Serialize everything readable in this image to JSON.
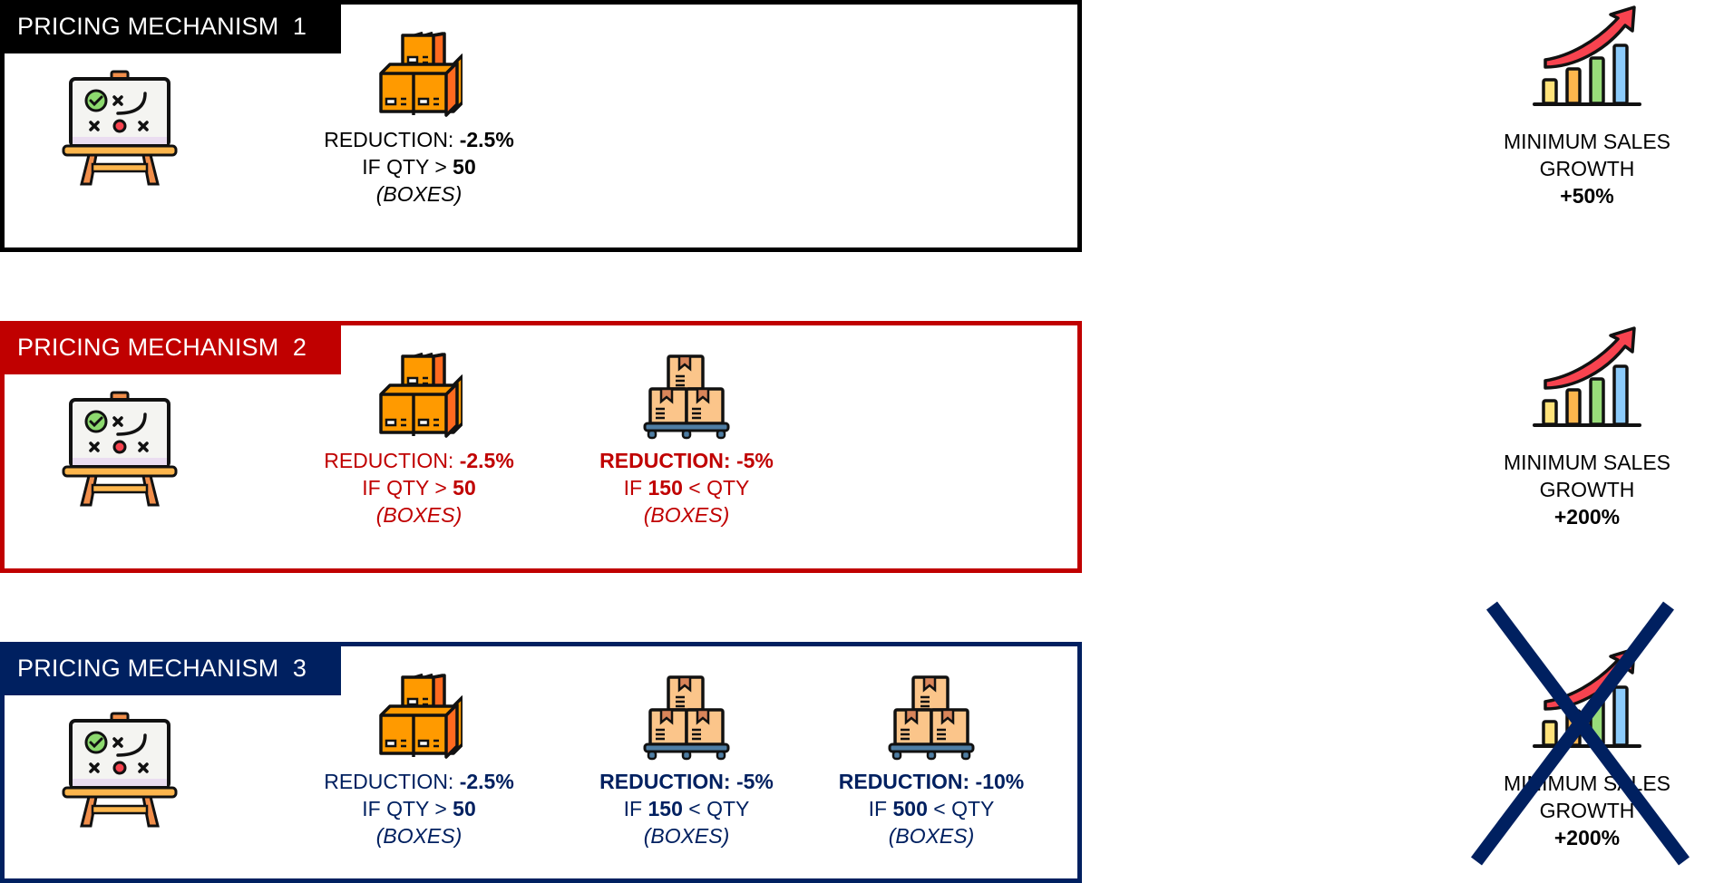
{
  "mechanisms": [
    {
      "title": "PRICING MECHANISM  1",
      "color": "#000000",
      "tiers": [
        {
          "label": "REDUCTION: ",
          "reduction": "-2.5%",
          "cond_prefix": "IF QTY > ",
          "cond_value": "50",
          "cond_suffix": "",
          "unit": "(BOXES)",
          "icon": "stacked-boxes-icon",
          "label_bold": false
        }
      ],
      "growth": {
        "label_line1": "MINIMUM SALES",
        "label_line2": "GROWTH",
        "value": "+50%",
        "crossed_out": false
      }
    },
    {
      "title": "PRICING MECHANISM  2",
      "color": "#C00000",
      "tiers": [
        {
          "label": "REDUCTION: ",
          "reduction": "-2.5%",
          "cond_prefix": "IF QTY > ",
          "cond_value": "50",
          "cond_suffix": "",
          "unit": "(BOXES)",
          "icon": "stacked-boxes-icon",
          "label_bold": false
        },
        {
          "label": "REDUCTION: ",
          "reduction": "-5%",
          "cond_prefix": "IF ",
          "cond_value": "150",
          "cond_suffix": " < QTY",
          "unit": "(BOXES)",
          "icon": "pallet-boxes-icon",
          "label_bold": true
        }
      ],
      "growth": {
        "label_line1": "MINIMUM SALES",
        "label_line2": "GROWTH",
        "value": "+200%",
        "crossed_out": false
      }
    },
    {
      "title": "PRICING MECHANISM  3",
      "color": "#002060",
      "tiers": [
        {
          "label": "REDUCTION: ",
          "reduction": "-2.5%",
          "cond_prefix": "IF QTY > ",
          "cond_value": "50",
          "cond_suffix": "",
          "unit": "(BOXES)",
          "icon": "stacked-boxes-icon",
          "label_bold": false
        },
        {
          "label": "REDUCTION: ",
          "reduction": "-5%",
          "cond_prefix": "IF ",
          "cond_value": "150",
          "cond_suffix": " < QTY",
          "unit": "(BOXES)",
          "icon": "pallet-boxes-icon",
          "label_bold": true
        },
        {
          "label": "REDUCTION: ",
          "reduction": "-10%",
          "cond_prefix": "IF ",
          "cond_value": "500",
          "cond_suffix": " < QTY",
          "unit": "(BOXES)",
          "icon": "pallet-boxes-icon",
          "label_bold": true
        }
      ],
      "growth": {
        "label_line1": "MINIMUM SALES",
        "label_line2": "GROWTH",
        "value": "+200%",
        "crossed_out": true
      }
    }
  ],
  "colors": {
    "mechanism1": "#000000",
    "mechanism2": "#C00000",
    "mechanism3": "#002060",
    "box_orange": "#FF9A00",
    "box_side": "#FF6A1F",
    "pallet_box": "#FBC58A",
    "pallet_tape": "#D9855A",
    "pallet_base": "#4E7DA3",
    "bar_yellow": "#FFE27A",
    "bar_orange": "#FDB64D",
    "bar_green": "#98DC7A",
    "bar_blue": "#8CCBFB",
    "arrow_red": "#F7434F"
  }
}
